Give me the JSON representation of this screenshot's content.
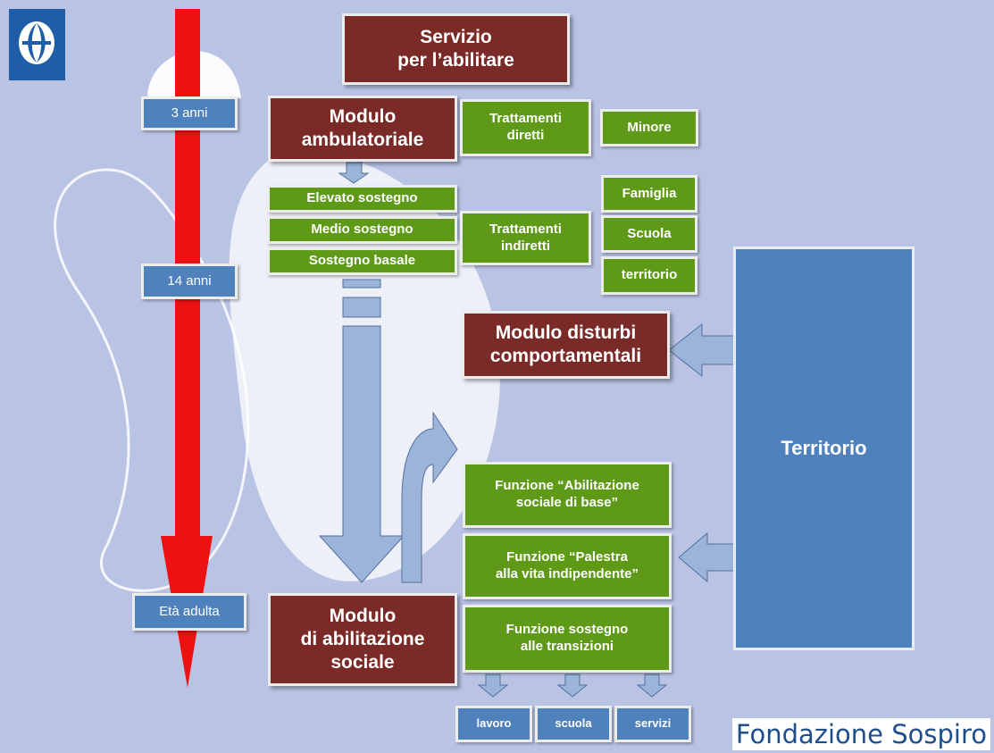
{
  "header": {
    "title": "Servizio\nper l’abilitare"
  },
  "timeline": {
    "age_3": "3 anni",
    "age_14": "14 anni",
    "age_adult": "Età adulta"
  },
  "modules": {
    "ambulatoriale": "Modulo\nambulatoriale",
    "disturbi": "Modulo disturbi\ncomportamentali",
    "abilitazione": "Modulo\ndi abilitazione\nsociale"
  },
  "support_levels": [
    "Elevato sostegno",
    "Medio sostegno",
    "Sostegno basale"
  ],
  "treatments": {
    "diretti": "Trattamenti\ndiretti",
    "indiretti": "Trattamenti\nindiretti"
  },
  "targets": {
    "minore": "Minore",
    "famiglia": "Famiglia",
    "scuola": "Scuola",
    "territorio_small": "territorio"
  },
  "territorio": "Territorio",
  "functions": [
    "Funzione “Abilitazione\nsociale di base”",
    "Funzione “Palestra\nalla vita indipendente”",
    "Funzione sostegno\nalle transizioni"
  ],
  "outcomes": [
    "lavoro",
    "scuola",
    "servizi"
  ],
  "footer": {
    "org_name": "Fondazione Sospiro"
  },
  "colors": {
    "background": "#b9c3e4",
    "maroon": "#7a2a27",
    "green": "#5e9a18",
    "blue": "#4f81bd",
    "arrow_red": "#ee1111",
    "arrow_blue": "#9bb5da"
  }
}
